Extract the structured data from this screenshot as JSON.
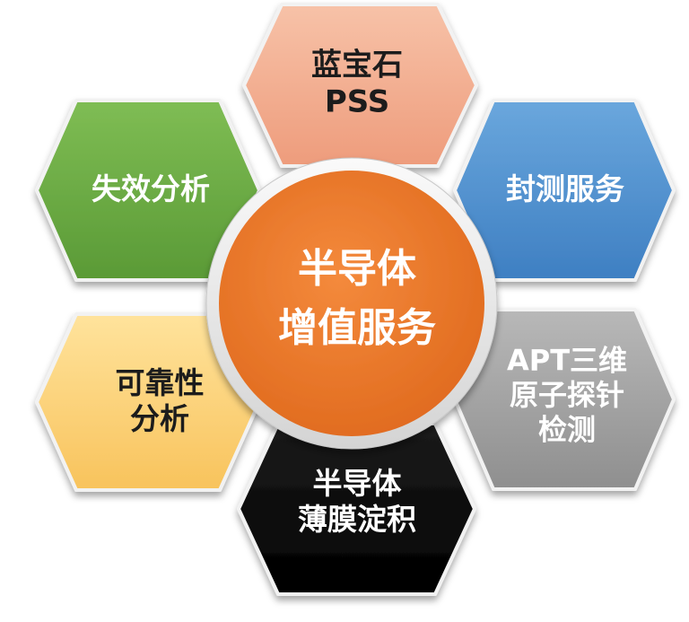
{
  "center": {
    "lines": [
      "半导体",
      "增值服务"
    ],
    "color": "#ec7a2e"
  },
  "hexagons": [
    {
      "id": "sapphire-pss",
      "lines": [
        "蓝宝石",
        "PSS"
      ],
      "fill": "#f5b59a",
      "text_color": "#1a1a1a"
    },
    {
      "id": "packaging-test",
      "lines": [
        "封测服务"
      ],
      "fill": "#5b9bd5",
      "text_color": "#ffffff"
    },
    {
      "id": "apt-3d",
      "lines": [
        "APT三维",
        "原子探针",
        "检测"
      ],
      "fill": "#a9a9a9",
      "text_color": "#ffffff"
    },
    {
      "id": "thin-film",
      "lines": [
        "半导体",
        "薄膜淀积"
      ],
      "fill": "#0a0a0a",
      "text_color": "#ffffff"
    },
    {
      "id": "reliability",
      "lines": [
        "可靠性",
        "分析"
      ],
      "fill": "#fdd27a",
      "text_color": "#1a1a1a"
    },
    {
      "id": "failure-analysis",
      "lines": [
        "失效分析"
      ],
      "fill": "#70ad47",
      "text_color": "#ffffff"
    }
  ]
}
